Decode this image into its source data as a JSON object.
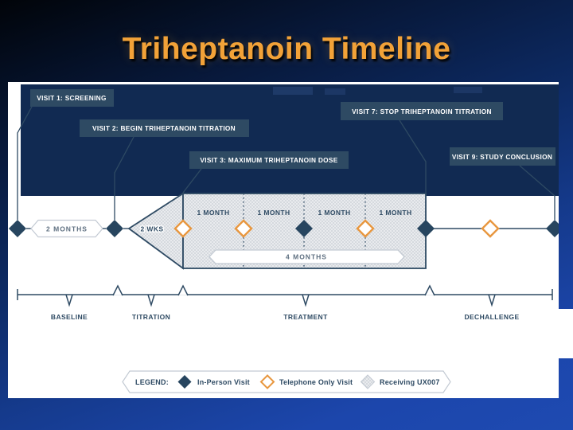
{
  "slide": {
    "title": "Triheptanoin Timeline"
  },
  "figure": {
    "visits": [
      {
        "label": "VISIT 1: SCREENING"
      },
      {
        "label": "VISIT 2: BEGIN TRIHEPTANOIN TITRATION"
      },
      {
        "label": "VISIT 3: MAXIMUM TRIHEPTANOIN DOSE"
      },
      {
        "label": "VISIT 7: STOP TRIHEPTANOIN TITRATION"
      },
      {
        "label": "VISIT 9: STUDY CONCLUSION"
      }
    ],
    "durations": {
      "baseline": "2 MONTHS",
      "titration": "2 WKS",
      "treatment_total": "4 MONTHS"
    },
    "month_labels": [
      "1 MONTH",
      "1 MONTH",
      "1 MONTH",
      "1 MONTH"
    ],
    "phases": [
      "BASELINE",
      "TITRATION",
      "TREATMENT",
      "DECHALLENGE"
    ],
    "legend": {
      "title": "LEGEND:",
      "items": [
        {
          "name": "In-Person Visit",
          "marker": "navy-filled-diamond"
        },
        {
          "name": "Telephone Only Visit",
          "marker": "orange-outline-diamond"
        },
        {
          "name": "Receiving UX007",
          "marker": "gray-hatched-diamond"
        }
      ]
    },
    "colors": {
      "title_orange": "#f2a238",
      "slate_box": "#2e4a63",
      "navy_diamond": "#27455f",
      "orange_diamond": "#e8973f",
      "panel_overlay_navy": "#112a52",
      "pill_border": "#c3cad3",
      "hatch_dot": "#c7ccd3",
      "slide_top": "#010409",
      "slide_bottom": "#1e4ab1"
    }
  }
}
